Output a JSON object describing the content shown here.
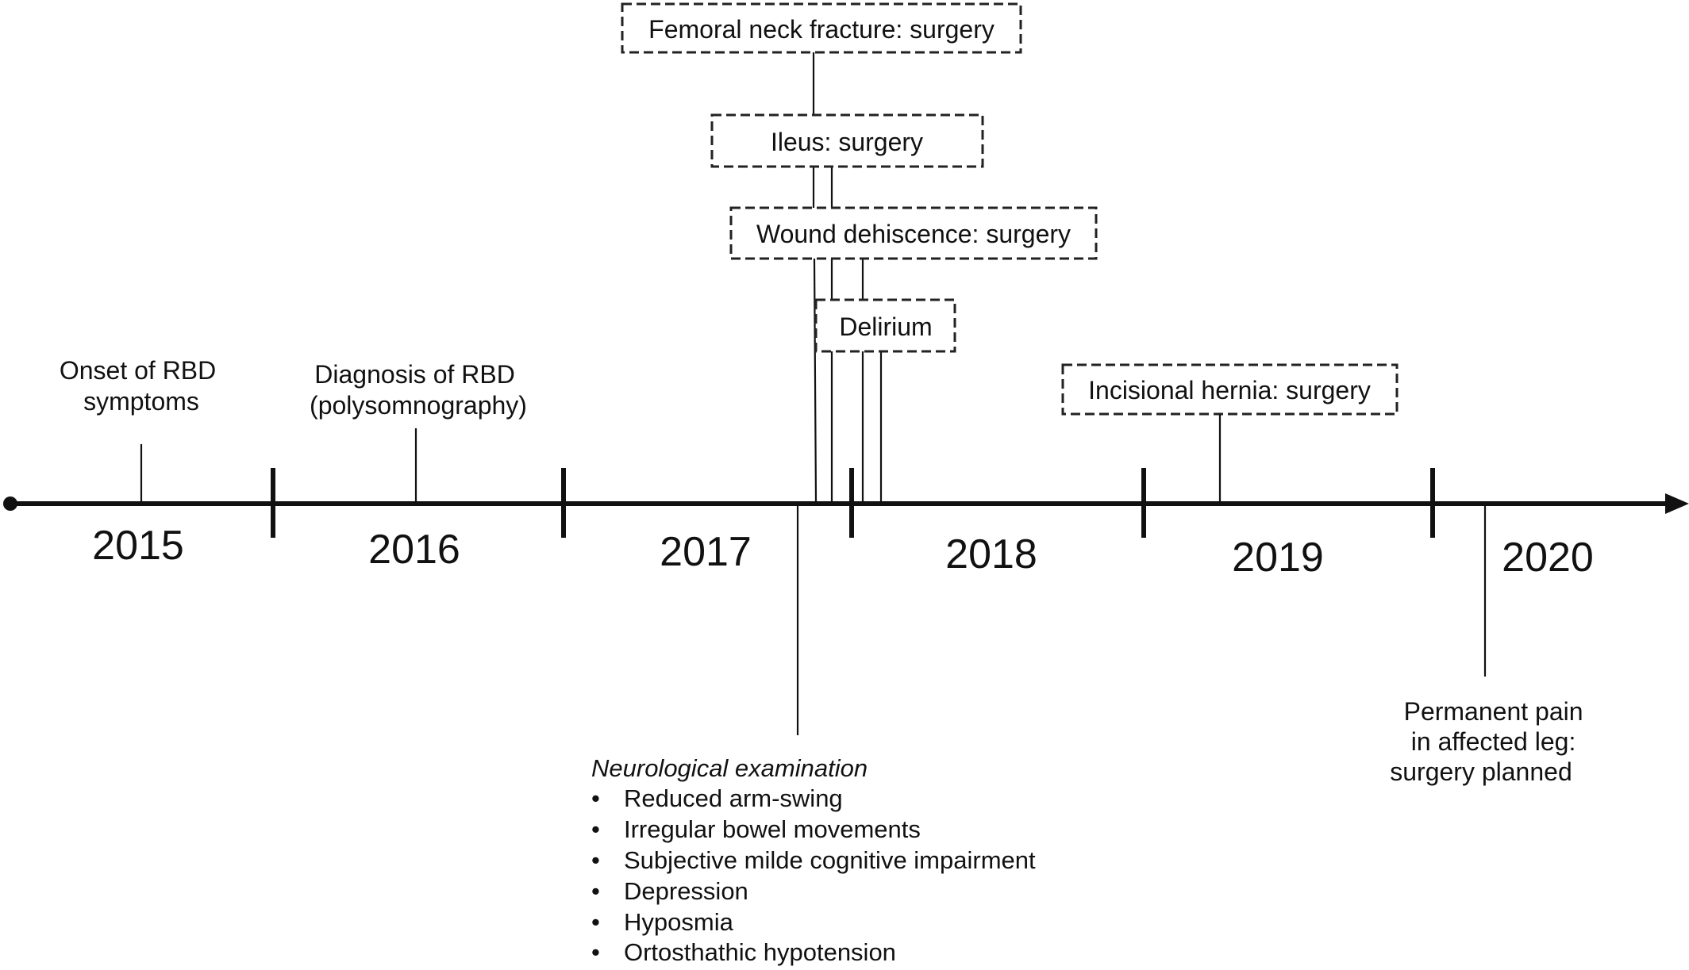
{
  "timeline": {
    "years": [
      "2015",
      "2016",
      "2017",
      "2018",
      "2019",
      "2020"
    ]
  },
  "events": {
    "femoral_fracture": "Femoral neck fracture: surgery",
    "ileus": "Ileus: surgery",
    "wound_dehiscence": "Wound dehiscence: surgery",
    "delirium": "Delirium",
    "incisional_hernia": "Incisional hernia: surgery"
  },
  "annotations": {
    "onset_line1": "Onset of RBD",
    "onset_line2": "symptoms",
    "diagnosis_line1": "Diagnosis of RBD",
    "diagnosis_line2": "(polysomnography)",
    "pain_line1": "Permanent pain",
    "pain_line2": "in affected leg:",
    "pain_line3": "surgery planned"
  },
  "neuro_exam": {
    "title": "Neurological examination",
    "bullet": "•",
    "items": [
      "Reduced arm-swing",
      "Irregular bowel movements",
      "Subjective milde cognitive impairment",
      "Depression",
      "Hyposmia",
      "Ortosthathic hypotension"
    ]
  }
}
